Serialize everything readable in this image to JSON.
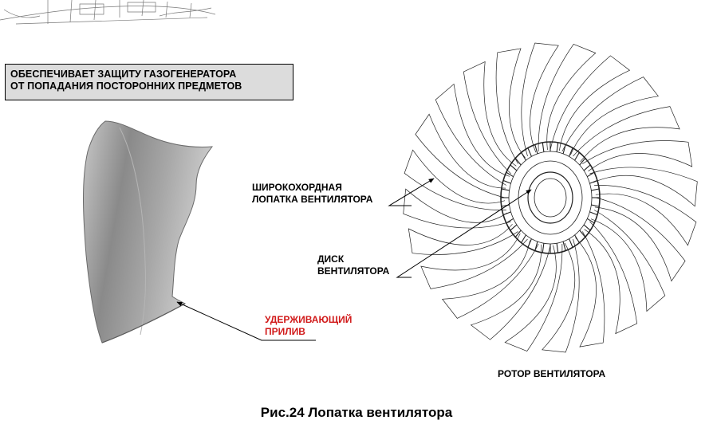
{
  "callout": {
    "line1": "ОБЕСПЕЧИВАЕТ ЗАЩИТУ ГАЗОГЕНЕРАТОРА",
    "line2": "ОТ ПОПАДАНИЯ ПОСТОРОННИХ ПРЕДМЕТОВ"
  },
  "labels": {
    "blade_line1": "ШИРОКОХОРДНАЯ",
    "blade_line2": "ЛОПАТКА ВЕНТИЛЯТОРА",
    "disk_line1": "ДИСК",
    "disk_line2": "ВЕНТИЛЯТОРА",
    "lug_line1": "УДЕРЖИВАЮЩИЙ",
    "lug_line2": "ПРИЛИВ",
    "rotor": "РОТОР ВЕНТИЛЯТОРА"
  },
  "caption": "Рис.24 Лопатка вентилятора",
  "colors": {
    "accent_red": "#d11a1a",
    "callout_bg": "#dcdcdc"
  }
}
